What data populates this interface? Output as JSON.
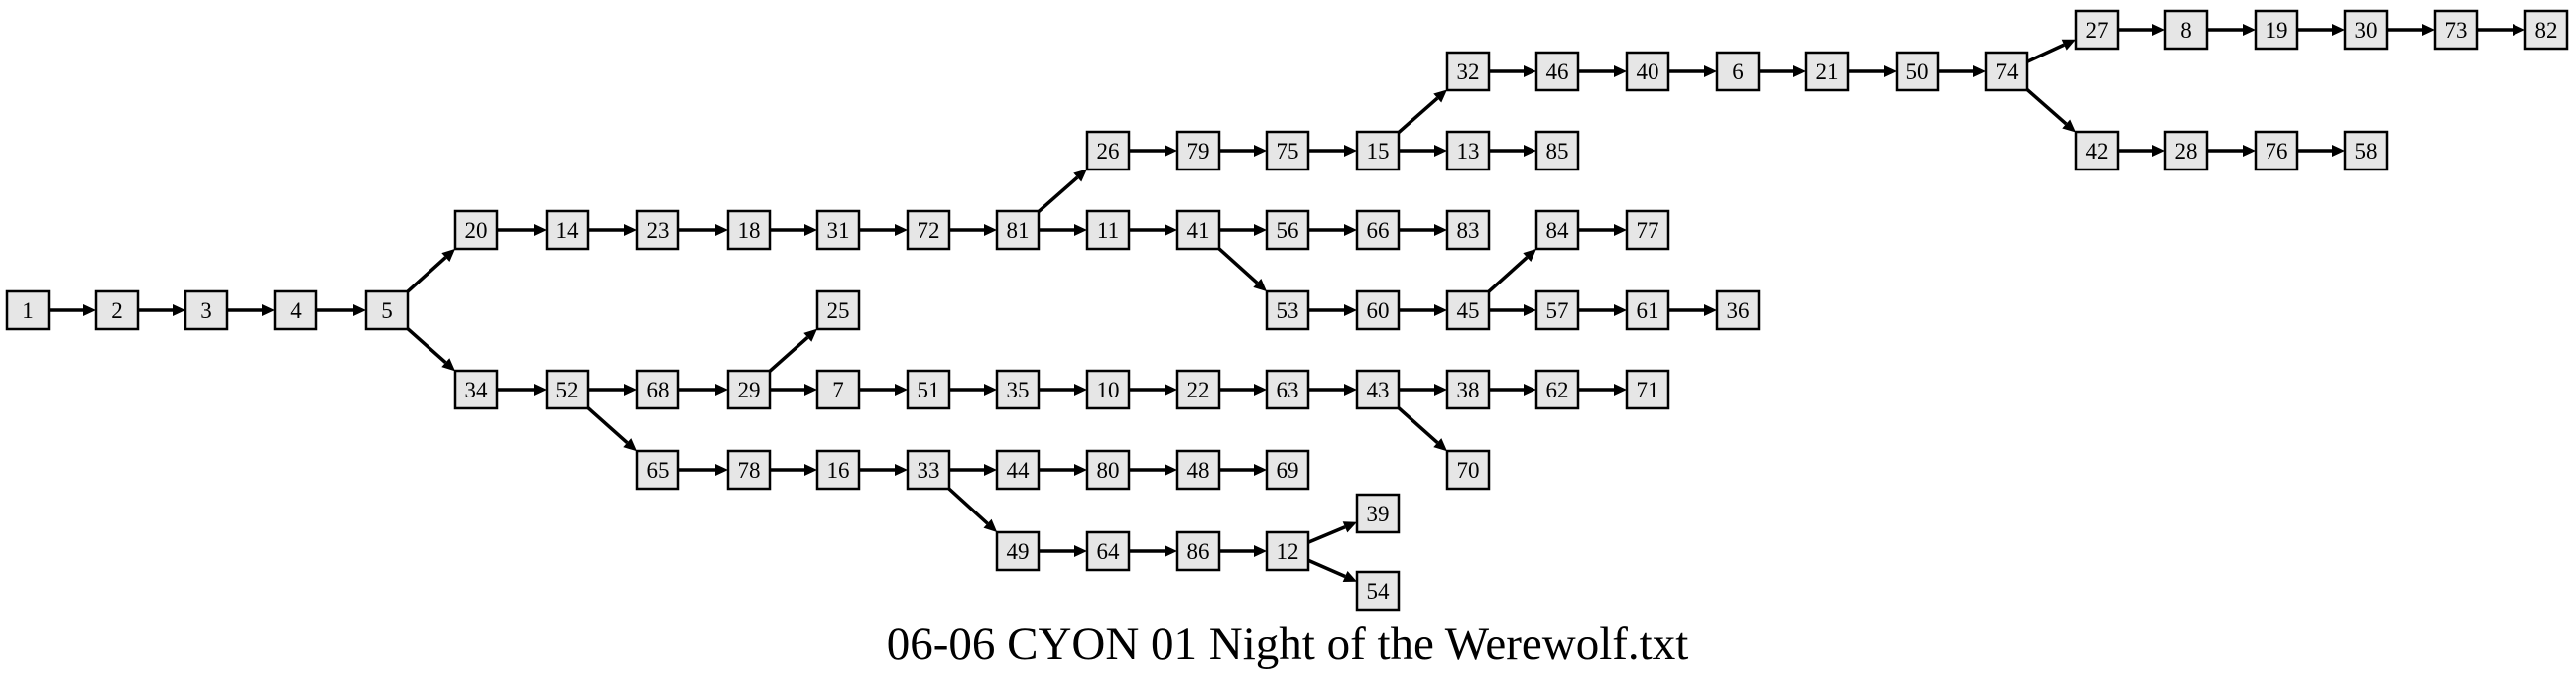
{
  "caption": "06-06 CYON 01 Night of the Werewolf.txt",
  "nodes": [
    "1",
    "2",
    "3",
    "4",
    "5",
    "20",
    "14",
    "23",
    "18",
    "31",
    "72",
    "81",
    "26",
    "79",
    "75",
    "15",
    "32",
    "46",
    "40",
    "6",
    "21",
    "50",
    "74",
    "27",
    "8",
    "19",
    "30",
    "73",
    "82",
    "42",
    "28",
    "76",
    "58",
    "13",
    "85",
    "11",
    "41",
    "56",
    "66",
    "83",
    "53",
    "60",
    "45",
    "84",
    "77",
    "57",
    "61",
    "36",
    "34",
    "52",
    "68",
    "29",
    "25",
    "7",
    "51",
    "35",
    "10",
    "22",
    "63",
    "43",
    "38",
    "62",
    "71",
    "70",
    "65",
    "78",
    "16",
    "33",
    "44",
    "80",
    "48",
    "69",
    "49",
    "64",
    "86",
    "12",
    "39",
    "54"
  ],
  "edges": [
    [
      "1",
      "2"
    ],
    [
      "2",
      "3"
    ],
    [
      "3",
      "4"
    ],
    [
      "4",
      "5"
    ],
    [
      "5",
      "20"
    ],
    [
      "5",
      "34"
    ],
    [
      "20",
      "14"
    ],
    [
      "14",
      "23"
    ],
    [
      "23",
      "18"
    ],
    [
      "18",
      "31"
    ],
    [
      "31",
      "72"
    ],
    [
      "72",
      "81"
    ],
    [
      "81",
      "26"
    ],
    [
      "81",
      "11"
    ],
    [
      "26",
      "79"
    ],
    [
      "79",
      "75"
    ],
    [
      "75",
      "15"
    ],
    [
      "15",
      "32"
    ],
    [
      "15",
      "13"
    ],
    [
      "32",
      "46"
    ],
    [
      "46",
      "40"
    ],
    [
      "40",
      "6"
    ],
    [
      "6",
      "21"
    ],
    [
      "21",
      "50"
    ],
    [
      "50",
      "74"
    ],
    [
      "74",
      "27"
    ],
    [
      "74",
      "42"
    ],
    [
      "27",
      "8"
    ],
    [
      "8",
      "19"
    ],
    [
      "19",
      "30"
    ],
    [
      "30",
      "73"
    ],
    [
      "73",
      "82"
    ],
    [
      "42",
      "28"
    ],
    [
      "28",
      "76"
    ],
    [
      "76",
      "58"
    ],
    [
      "13",
      "85"
    ],
    [
      "11",
      "41"
    ],
    [
      "41",
      "56"
    ],
    [
      "41",
      "53"
    ],
    [
      "56",
      "66"
    ],
    [
      "66",
      "83"
    ],
    [
      "53",
      "60"
    ],
    [
      "60",
      "45"
    ],
    [
      "45",
      "84"
    ],
    [
      "45",
      "57"
    ],
    [
      "84",
      "77"
    ],
    [
      "57",
      "61"
    ],
    [
      "61",
      "36"
    ],
    [
      "34",
      "52"
    ],
    [
      "52",
      "68"
    ],
    [
      "52",
      "65"
    ],
    [
      "68",
      "29"
    ],
    [
      "29",
      "25"
    ],
    [
      "29",
      "7"
    ],
    [
      "7",
      "51"
    ],
    [
      "51",
      "35"
    ],
    [
      "35",
      "10"
    ],
    [
      "10",
      "22"
    ],
    [
      "22",
      "63"
    ],
    [
      "63",
      "43"
    ],
    [
      "43",
      "38"
    ],
    [
      "43",
      "70"
    ],
    [
      "38",
      "62"
    ],
    [
      "62",
      "71"
    ],
    [
      "65",
      "78"
    ],
    [
      "78",
      "16"
    ],
    [
      "16",
      "33"
    ],
    [
      "33",
      "44"
    ],
    [
      "33",
      "49"
    ],
    [
      "44",
      "80"
    ],
    [
      "80",
      "48"
    ],
    [
      "48",
      "69"
    ],
    [
      "49",
      "64"
    ],
    [
      "64",
      "86"
    ],
    [
      "86",
      "12"
    ],
    [
      "12",
      "39"
    ],
    [
      "12",
      "54"
    ]
  ]
}
